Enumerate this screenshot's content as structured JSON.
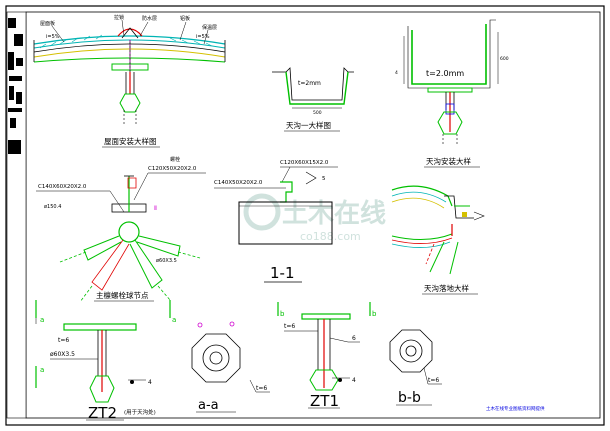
{
  "colors": {
    "frame": "#000000",
    "green": "#00c000",
    "cyan": "#00b4b4",
    "yellow": "#d4c000",
    "red": "#e00000",
    "magenta": "#d000d0",
    "blue": "#0000e0",
    "watermark": "#c8ddd8"
  },
  "details": {
    "roof_detail": {
      "title": "屋面安装大样图",
      "label_1": "屋面板",
      "label_2": "拉锁",
      "label_3": "防水层",
      "label_4": "铝板",
      "label_5": "保温层",
      "slope_left": "i=5%",
      "slope_right": "i=5%"
    },
    "gutter_large": {
      "title": "天沟一大样图",
      "thickness": "t=2mm",
      "width": "500"
    },
    "gutter_install": {
      "title": "天沟安装大样",
      "thickness": "t=2.0mm",
      "dim_a": "4",
      "dim_b": "600"
    },
    "node_detail": {
      "title": "主檩螺栓球节点",
      "spec_1": "C120X50X20X2.0",
      "spec_2": "C140X60X20X2.0",
      "label_ball": "ø150.4",
      "label_bolt": "螺栓",
      "pipe": "ø60X3.5"
    },
    "section_1": {
      "spec_1": "C120X60X15X2.0",
      "spec_2": "C140X50X20X2.0",
      "label": "1-1",
      "weld": "5"
    },
    "gutter_drain": {
      "title": "天沟落地大样"
    },
    "zt2": {
      "label": "ZT2",
      "note": "(用于天沟处)",
      "t": "t=6",
      "pipe": "ø60X3.5",
      "weld": "4"
    },
    "aa": {
      "label": "a-a",
      "t": "t=6"
    },
    "zt1": {
      "label": "ZT1",
      "t": "t=6",
      "weld_6": "6",
      "weld_4": "4"
    },
    "bb": {
      "label": "b-b",
      "t": "t=6"
    },
    "cut_a": "a",
    "cut_b": "b"
  },
  "watermark": {
    "brand": "土木在线",
    "site": "co188.com"
  },
  "footer_note": "土木在线专业图纸资料网提供"
}
